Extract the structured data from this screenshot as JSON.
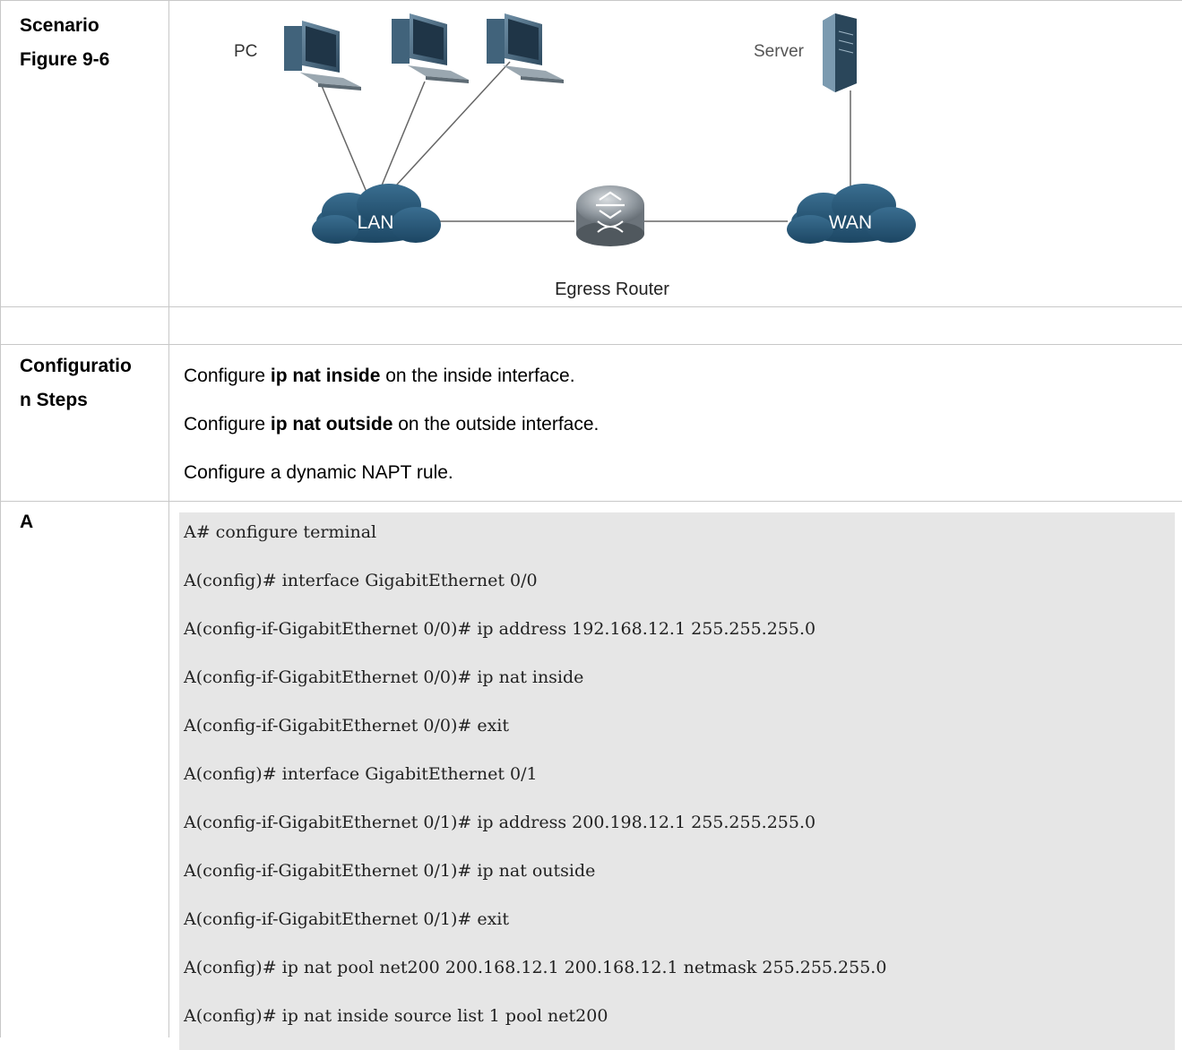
{
  "scenario": {
    "label_line1": "Scenario",
    "label_line2": "Figure 9-6"
  },
  "figure": {
    "pc_label": "PC",
    "server_label": "Server",
    "lan_label": "LAN",
    "wan_label": "WAN",
    "router_label": "Egress Router"
  },
  "config_steps": {
    "label_line1": "Configuratio",
    "label_line2": "n Steps",
    "steps": [
      {
        "prefix": "Configure ",
        "bold": "ip nat inside",
        "suffix": " on the inside interface."
      },
      {
        "prefix": "Configure ",
        "bold": "ip nat outside",
        "suffix": " on the outside interface."
      },
      {
        "prefix": "Configure a dynamic NAPT rule.",
        "bold": "",
        "suffix": ""
      }
    ]
  },
  "device_a": {
    "label": "A",
    "commands": [
      "A# configure terminal",
      "A(config)# interface GigabitEthernet 0/0",
      "A(config-if-GigabitEthernet 0/0)# ip address 192.168.12.1 255.255.255.0",
      "A(config-if-GigabitEthernet 0/0)# ip nat inside",
      "A(config-if-GigabitEthernet 0/0)# exit",
      "A(config)# interface GigabitEthernet 0/1",
      "A(config-if-GigabitEthernet 0/1)# ip address 200.198.12.1 255.255.255.0",
      "A(config-if-GigabitEthernet 0/1)# ip nat outside",
      "A(config-if-GigabitEthernet 0/1)# exit",
      "A(config)# ip nat pool net200 200.168.12.1 200.168.12.1 netmask 255.255.255.0",
      "A(config)# ip nat inside source list 1 pool net200"
    ]
  }
}
